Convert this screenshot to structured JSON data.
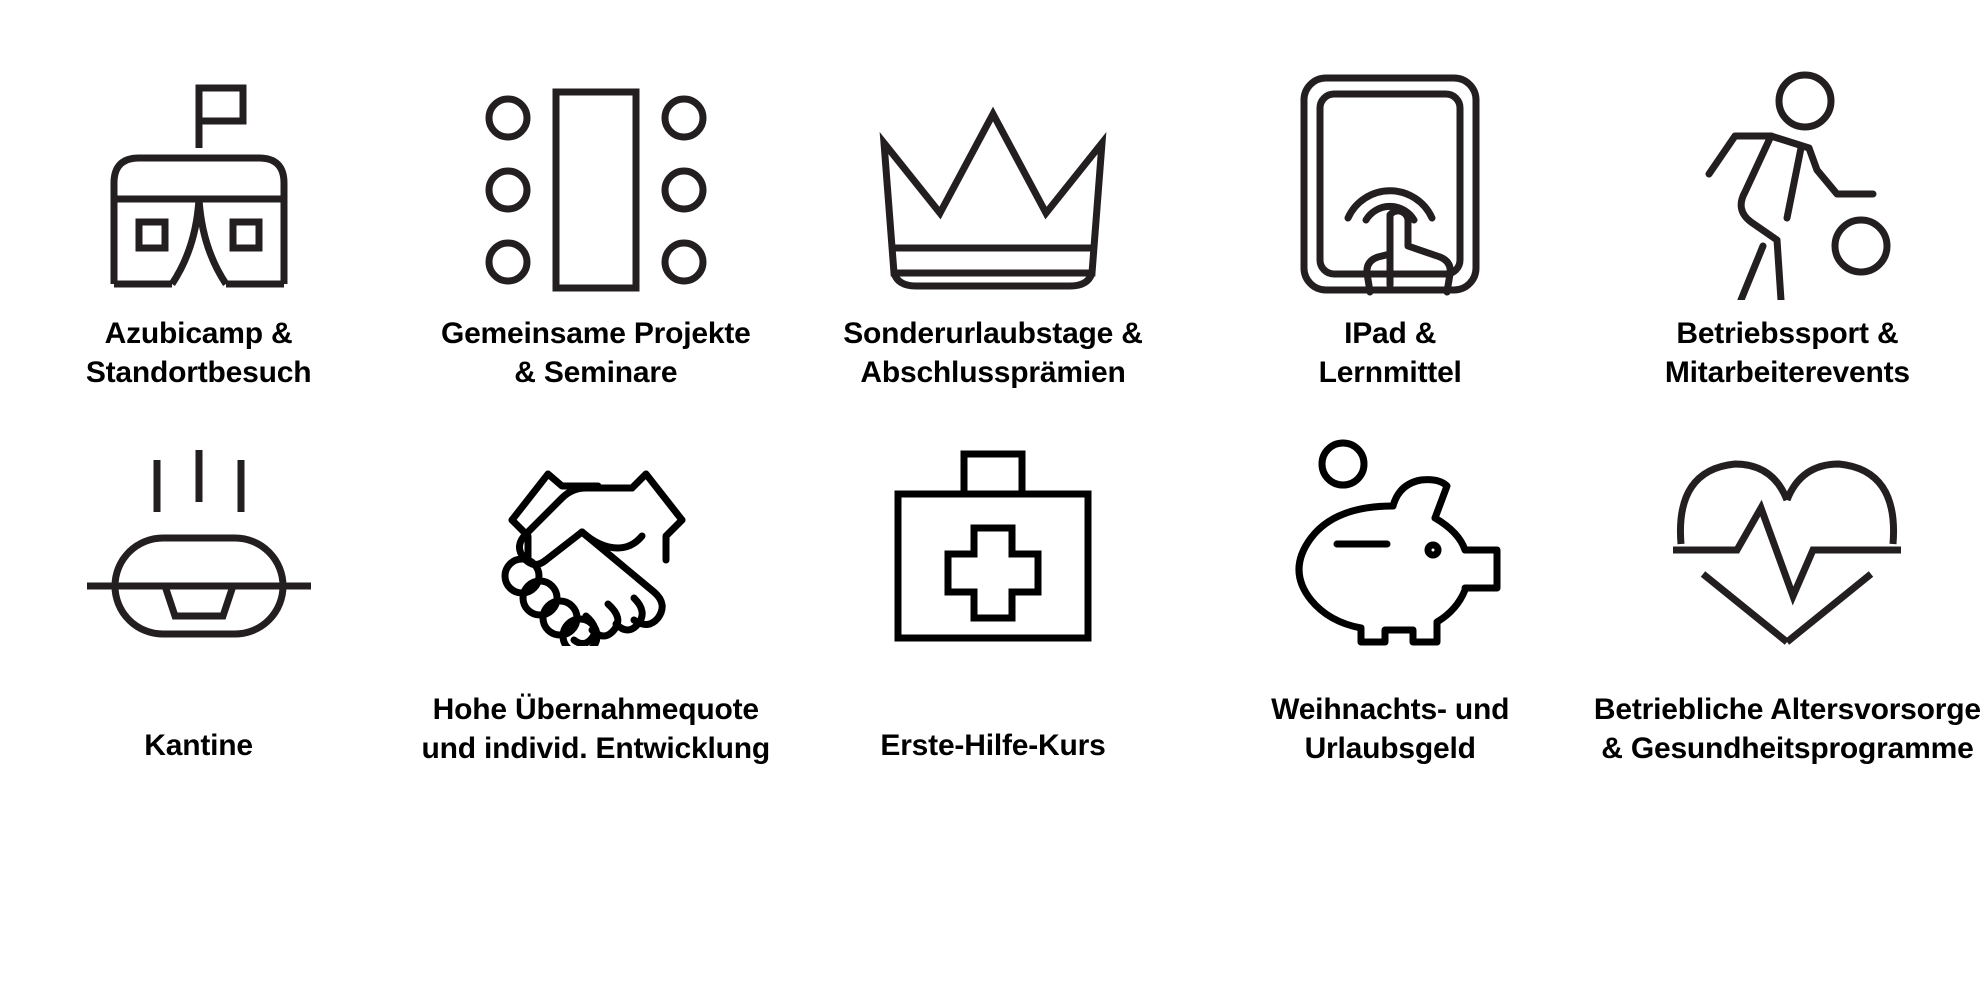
{
  "page": {
    "title": "Benefits",
    "background_color": "#ffffff",
    "icon_color": "#231f20",
    "text_color": "#000000",
    "columns": 5,
    "rows": 2
  },
  "benefits": [
    {
      "icon": "tent-with-flag-icon",
      "label": "Azubicamp &\nStandortbesuch",
      "row": 1,
      "column": 1
    },
    {
      "icon": "meeting-table-with-chairs-icon",
      "label": "Gemeinsame Projekte\n& Seminare",
      "row": 1,
      "column": 2
    },
    {
      "icon": "crown-icon",
      "label": "Sonderurlaubstage &\nAbschlussprämien",
      "row": 1,
      "column": 3
    },
    {
      "icon": "tablet-touch-icon",
      "label": "IPad &\nLernmittel",
      "row": 1,
      "column": 4
    },
    {
      "icon": "running-person-with-ball-icon",
      "label": "Betriebssport &\nMitarbeiterevents",
      "row": 1,
      "column": 5
    },
    {
      "icon": "steaming-food-dish-icon",
      "label": "Kantine",
      "row": 2,
      "column": 1
    },
    {
      "icon": "handshake-icon",
      "label": "Hohe Übernahmequote\nund individ. Entwicklung",
      "row": 2,
      "column": 2
    },
    {
      "icon": "first-aid-kit-icon",
      "label": "Erste-Hilfe-Kurs",
      "row": 2,
      "column": 3
    },
    {
      "icon": "piggy-bank-with-coin-icon",
      "label": "Weihnachts- und\nUrlaubsgeld",
      "row": 2,
      "column": 4
    },
    {
      "icon": "heart-with-pulse-icon",
      "label": "Betriebliche Altersvorsorge\n& Gesundheitsprogramme",
      "row": 2,
      "column": 5
    }
  ]
}
